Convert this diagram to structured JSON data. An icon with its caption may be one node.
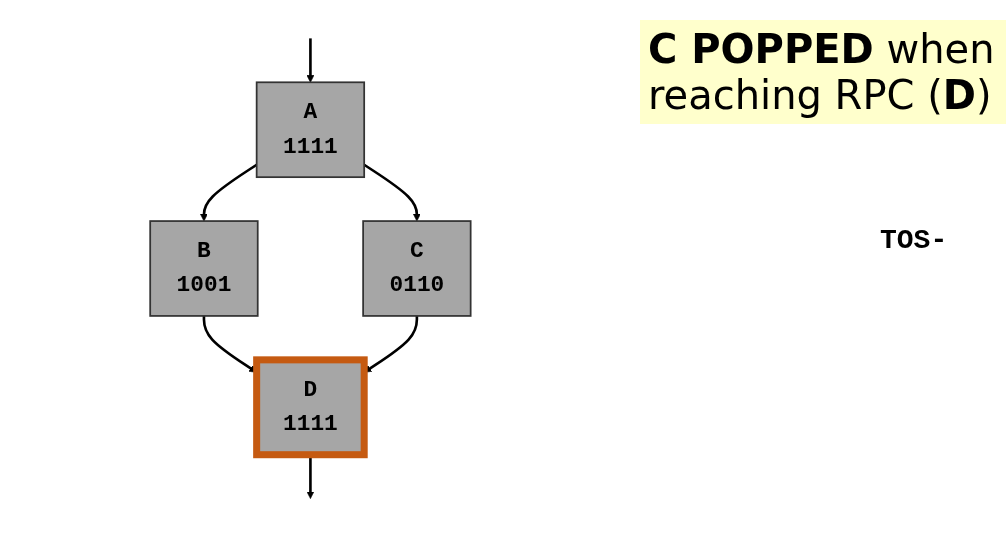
{
  "diagram": {
    "nodes": [
      {
        "text": [
          "A",
          "1111"
        ]
      },
      {
        "text": [
          "B",
          "1001"
        ]
      },
      {
        "text": [
          "C",
          "0110"
        ]
      },
      {
        "text": [
          "D",
          "1111"
        ]
      }
    ],
    "edges": [
      {
        "from": null,
        "to": 0,
        "arrow": "to"
      },
      {
        "from": 0,
        "to": 1,
        "arrow": "to"
      },
      {
        "from": 0,
        "to": 2,
        "arrow": "to"
      },
      {
        "from": 1,
        "to": 3,
        "arrow": "to"
      },
      {
        "from": 2,
        "to": 3,
        "arrow": "to"
      },
      {
        "from": 3,
        "to": null,
        "arrow": "to"
      }
    ],
    "labels": [
      "**C POPPED** when reaching RPC (**D**)",
      "TOS-"
    ]
  }
}
